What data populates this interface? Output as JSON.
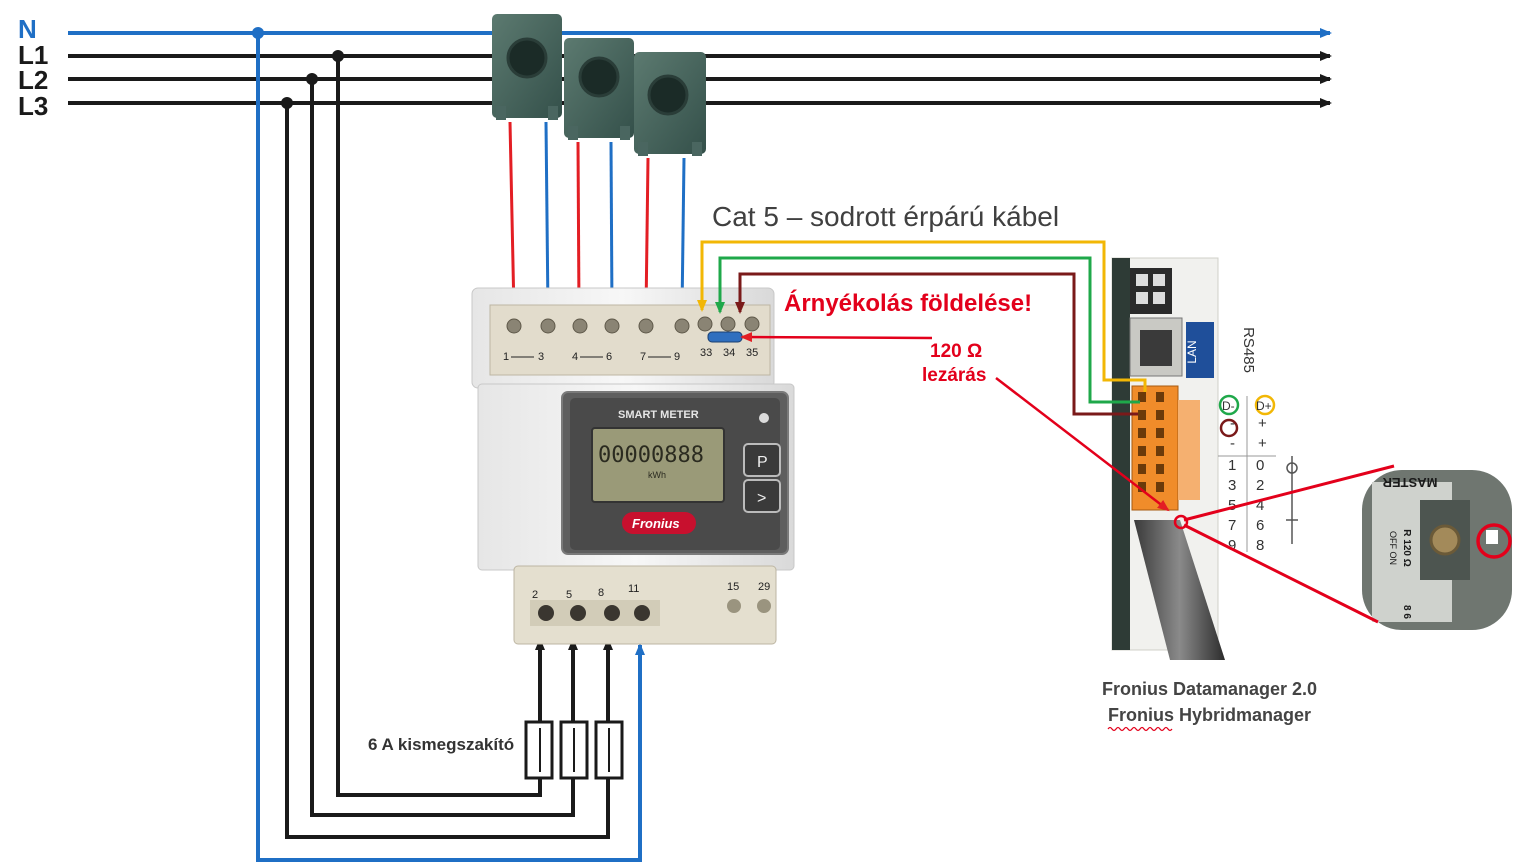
{
  "lines": {
    "n": "N",
    "l1": "L1",
    "l2": "L2",
    "l3": "L3"
  },
  "labels": {
    "cable": "Cat 5 – sodrott érpárú kábel",
    "shield_ground": "Árnyékolás földelése!",
    "termination_value": "120 Ω",
    "termination_word": "lezárás",
    "breaker": "6 A kismegszakító",
    "device_line1": "Fronius Datamanager 2.0",
    "device_line2": "Fronius Hybridmanager"
  },
  "meter": {
    "title": "SMART METER",
    "display_digits": "00000888",
    "display_unit": "kWh",
    "button_p": "P",
    "button_next": ">",
    "brand": "Fronius",
    "top_terminals": [
      "1",
      "3",
      "4",
      "6",
      "7",
      "9",
      "33",
      "34",
      "35"
    ],
    "bottom_terminals": [
      "2",
      "5",
      "8",
      "11",
      "15",
      "29"
    ]
  },
  "datamanager": {
    "lan": "LAN",
    "rs485": "RS485",
    "pin_d_minus": "D-",
    "pin_d_plus": "D+",
    "pin_rows": [
      [
        "-",
        "+"
      ],
      [
        "-",
        "+"
      ],
      [
        "1",
        "0"
      ],
      [
        "3",
        "2"
      ],
      [
        "5",
        "4"
      ],
      [
        "7",
        "6"
      ],
      [
        "9",
        "8"
      ]
    ],
    "zoom_master": "MASTER",
    "zoom_r120": "R 120 Ω",
    "zoom_switch": "OFF ON",
    "zoom_pins": "8 6"
  },
  "colors": {
    "neutral": "#1f6fc5",
    "phase": "#1a1a1a",
    "current_in": "#e31e24",
    "current_out": "#1f6fc5",
    "rs485_d_plus": "#f2b705",
    "rs485_d_minus": "#1fa84a",
    "shield": "#7a1a1a",
    "annotation": "#e3001b"
  }
}
